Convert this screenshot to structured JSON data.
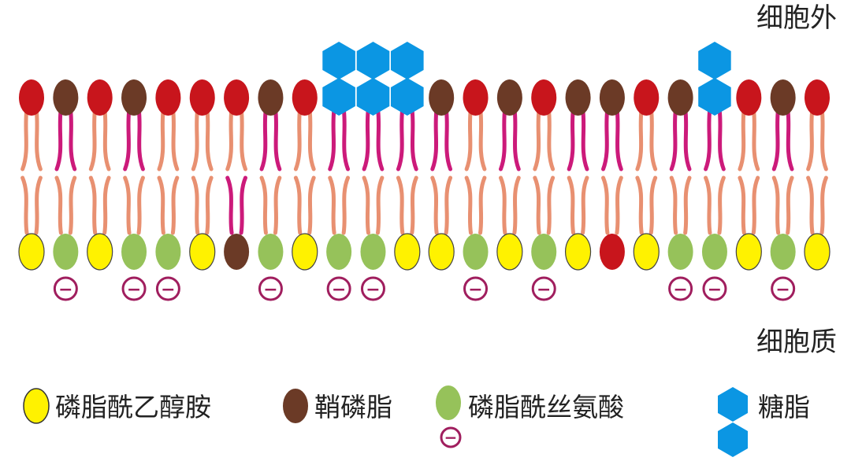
{
  "labels": {
    "outside": "细胞外",
    "inside": "细胞质"
  },
  "legend": [
    {
      "key": "pe",
      "text": "磷脂酰乙醇胺"
    },
    {
      "key": "sm",
      "text": "鞘磷脂"
    },
    {
      "key": "ps",
      "text": "磷脂酰丝氨酸"
    },
    {
      "key": "gl",
      "text": "糖脂"
    }
  ],
  "colors": {
    "pc": "#c8151c",
    "sm": "#6b3a26",
    "pe": "#fff200",
    "ps": "#96c25a",
    "glycan": "#0b96e3",
    "tail_standard": "#e89071",
    "tail_sphingo": "#cc1a7a",
    "charge": "#a01e5e"
  },
  "charge_symbol": "−",
  "outer_leaflet": [
    "pc",
    "sm",
    "pc",
    "sm",
    "pc",
    "pc",
    "pc",
    "sm",
    "pc",
    "gl3",
    "gl3",
    "gl3",
    "sm",
    "pc",
    "sm",
    "pc",
    "sm",
    "sm",
    "pc",
    "sm",
    "gl2",
    "pc",
    "sm",
    "pc"
  ],
  "inner_leaflet": [
    "pe",
    "ps",
    "pe",
    "ps",
    "ps",
    "pe",
    "sm",
    "ps",
    "pe",
    "ps",
    "ps",
    "pe",
    "pe",
    "ps",
    "pe",
    "ps",
    "pe",
    "pc",
    "pe",
    "ps",
    "ps",
    "pe",
    "ps",
    "pe"
  ]
}
